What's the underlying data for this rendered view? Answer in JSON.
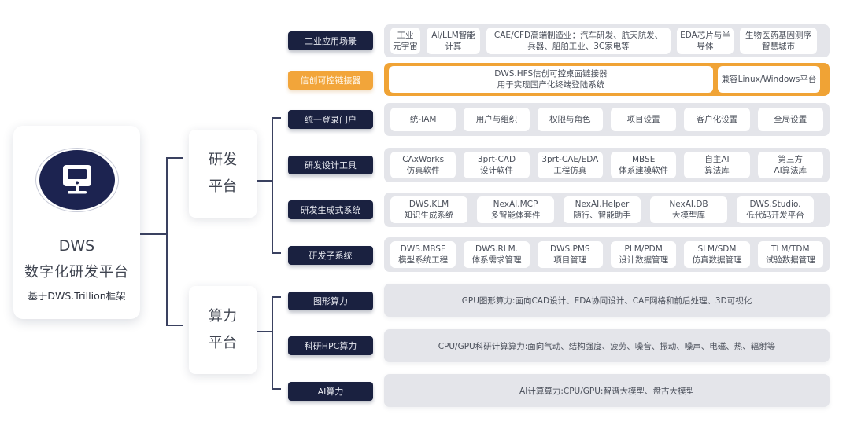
{
  "root": {
    "icon": "monitor-icon",
    "title": "DWS",
    "subtitle": "数字化研发平台",
    "framework": "基于DWS.Trillion框架"
  },
  "platforms": [
    {
      "line1": "研发",
      "line2": "平台"
    },
    {
      "line1": "算力",
      "line2": "平台"
    }
  ],
  "rows": [
    {
      "label": "工业应用场景",
      "items": [
        {
          "l1": "工业",
          "l2": "元宇宙"
        },
        {
          "l1": "AI/LLM智能",
          "l2": "计算"
        },
        {
          "l1": "CAE/CFD高端制造业：汽车研发、航天航发、",
          "l2": "兵器、船舶工业、3C家电等"
        },
        {
          "l1": "EDA芯片与半",
          "l2": "导体"
        },
        {
          "l1": "生物医药基因测序",
          "l2": "智慧城市"
        }
      ]
    },
    {
      "label": "信创可控链接器",
      "items": [
        {
          "l1": "DWS.HFS信创可控桌面链接器",
          "l2": "用于实现国产化终端登陆系统"
        },
        {
          "l1": "兼容Linux/Windows平台",
          "l2": ""
        }
      ]
    },
    {
      "label": "统一登录门户",
      "items": [
        {
          "l1": "统-IAM",
          "l2": ""
        },
        {
          "l1": "用户与组织",
          "l2": ""
        },
        {
          "l1": "权限与角色",
          "l2": ""
        },
        {
          "l1": "项目设置",
          "l2": ""
        },
        {
          "l1": "客户化设置",
          "l2": ""
        },
        {
          "l1": "全局设置",
          "l2": ""
        }
      ]
    },
    {
      "label": "研发设计工具",
      "items": [
        {
          "l1": "CAxWorks",
          "l2": "仿真软件"
        },
        {
          "l1": "3prt-CAD",
          "l2": "设计软件"
        },
        {
          "l1": "3prt-CAE/EDA",
          "l2": "工程仿真"
        },
        {
          "l1": "MBSE",
          "l2": "体系建模软件"
        },
        {
          "l1": "自主AI",
          "l2": "算法库"
        },
        {
          "l1": "第三方",
          "l2": "AI算法库"
        }
      ]
    },
    {
      "label": "研发生成式系统",
      "items": [
        {
          "l1": "DWS.KLM",
          "l2": "知识生成系统"
        },
        {
          "l1": "NexAI.MCP",
          "l2": "多智能体套件"
        },
        {
          "l1": "NexAI.Helper",
          "l2": "随行、智能助手"
        },
        {
          "l1": "NexAI.DB",
          "l2": "大模型库"
        },
        {
          "l1": "DWS.Studio.",
          "l2": "低代码开发平台"
        }
      ]
    },
    {
      "label": "研发子系统",
      "items": [
        {
          "l1": "DWS.MBSE",
          "l2": "模型系统工程"
        },
        {
          "l1": "DWS.RLM.",
          "l2": "体系需求管理"
        },
        {
          "l1": "DWS.PMS",
          "l2": "项目管理"
        },
        {
          "l1": "PLM/PDM",
          "l2": "设计数据管理"
        },
        {
          "l1": "SLM/SDM",
          "l2": "仿真数据管理"
        },
        {
          "l1": "TLM/TDM",
          "l2": "试验数据管理"
        }
      ]
    },
    {
      "label": "图形算力",
      "text": "GPU图形算力:面向CAD设计、EDA协同设计、CAE网格和前后处理、3D可视化"
    },
    {
      "label": "科研HPC算力",
      "text": "CPU/GPU科研计算算力:面向气动、结构强度、疲劳、噪音、振动、噪声、电磁、热、辐射等"
    },
    {
      "label": "AI算力",
      "text": "AI计算算力:CPU/GPU:智谱大模型、盘古大模型"
    }
  ],
  "colors": {
    "navy": "#1a2140",
    "orange": "#f0a335",
    "row_bg": "#e4e5ea",
    "line": "#3a4160"
  }
}
